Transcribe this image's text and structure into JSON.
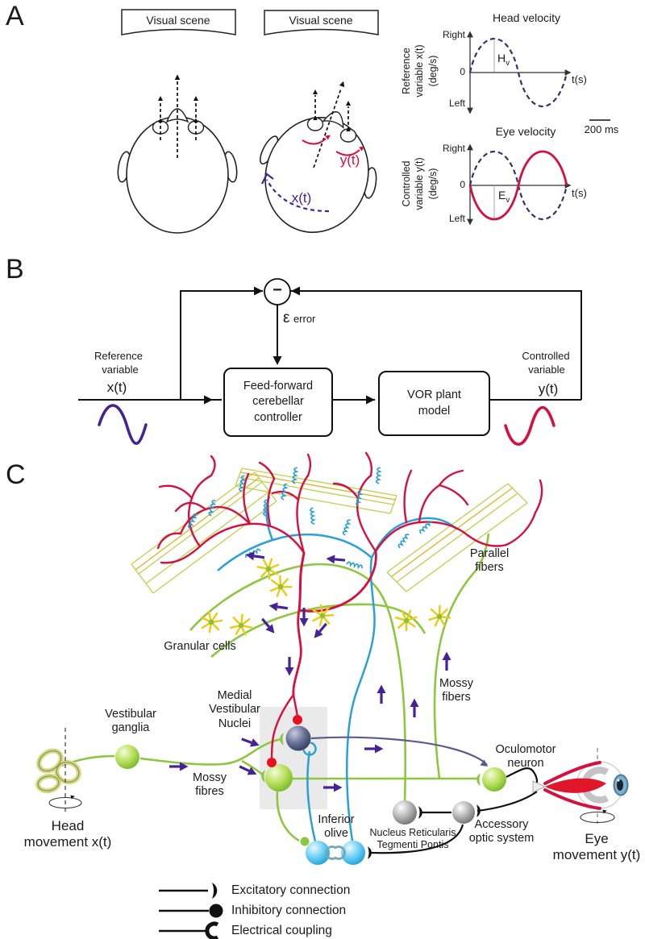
{
  "figure": {
    "panel_labels": {
      "a": "A",
      "b": "B",
      "c": "C"
    },
    "panel_a": {
      "visual_scene_left": "Visual scene",
      "visual_scene_right": "Visual scene",
      "eye_signal": "y(t)",
      "head_signal": "x(t)",
      "scale_bar": "200 ms",
      "head_plot": {
        "title": "Head velocity",
        "y_axis": [
          "Reference",
          "variable x(t)",
          "(deg/s)"
        ],
        "tick_top": "Right",
        "tick_zero": "0",
        "tick_bottom": "Left",
        "x_axis": "t(s)",
        "amplitude": "H",
        "amplitude_sub": "v"
      },
      "eye_plot": {
        "title": "Eye velocity",
        "y_axis": [
          "Controlled",
          "variable y(t)",
          "(deg/s)"
        ],
        "tick_top": "Right",
        "tick_zero": "0",
        "tick_bottom": "Left",
        "x_axis": "t(s)",
        "amplitude": "E",
        "amplitude_sub": "v"
      }
    },
    "panel_b": {
      "sum_sign": "−",
      "error_symbol": "ε",
      "error_label": "error",
      "input": {
        "line1": "Reference",
        "line2": "variable",
        "var": "x(t)"
      },
      "controller": [
        "Feed-forward",
        "cerebellar",
        "controller"
      ],
      "plant": [
        "VOR plant",
        "model"
      ],
      "output": {
        "line1": "Controlled",
        "line2": "variable",
        "var": "y(t)"
      }
    },
    "panel_c": {
      "labels": {
        "parallel_fibers": [
          "Parallel",
          "fibers"
        ],
        "granular_cells": "Granular cells",
        "mossy_fibers": [
          "Mossy",
          "fibers"
        ],
        "mossy_fibres": [
          "Mossy",
          "fibres"
        ],
        "medial_vestibular_nuclei": [
          "Medial",
          "Vestibular",
          "Nuclei"
        ],
        "vestibular_ganglia": [
          "Vestibular",
          "ganglia"
        ],
        "head_movement": [
          "Head",
          "movement x(t)"
        ],
        "eye_movement": [
          "Eye",
          "movement y(t)"
        ],
        "inferior_olive": [
          "Inferior",
          "olive"
        ],
        "nrtp": [
          "Nucleus Reticularis",
          "Tegmenti Pontis"
        ],
        "oculomotor_neuron": [
          "Oculomotor",
          "neuron"
        ],
        "accessory_optic_system": [
          "Accessory",
          "optic system"
        ]
      },
      "legend": [
        {
          "symbol": "excitatory-terminal",
          "label": "Excitatory connection"
        },
        {
          "symbol": "inhibitory-terminal",
          "label": "Inhibitory connection"
        },
        {
          "symbol": "electrical-coupling",
          "label": "Electrical coupling"
        }
      ]
    },
    "colors": {
      "red": "#d5103f",
      "purple": "#452396",
      "navy": "#2e3272",
      "green": "#8dc63f",
      "parallel_green": "#bcd24a",
      "blue": "#2a9fd8",
      "yellow": "#f0cf12",
      "slate": "#5b5b8f",
      "gray_box": "#eaeaea"
    }
  }
}
